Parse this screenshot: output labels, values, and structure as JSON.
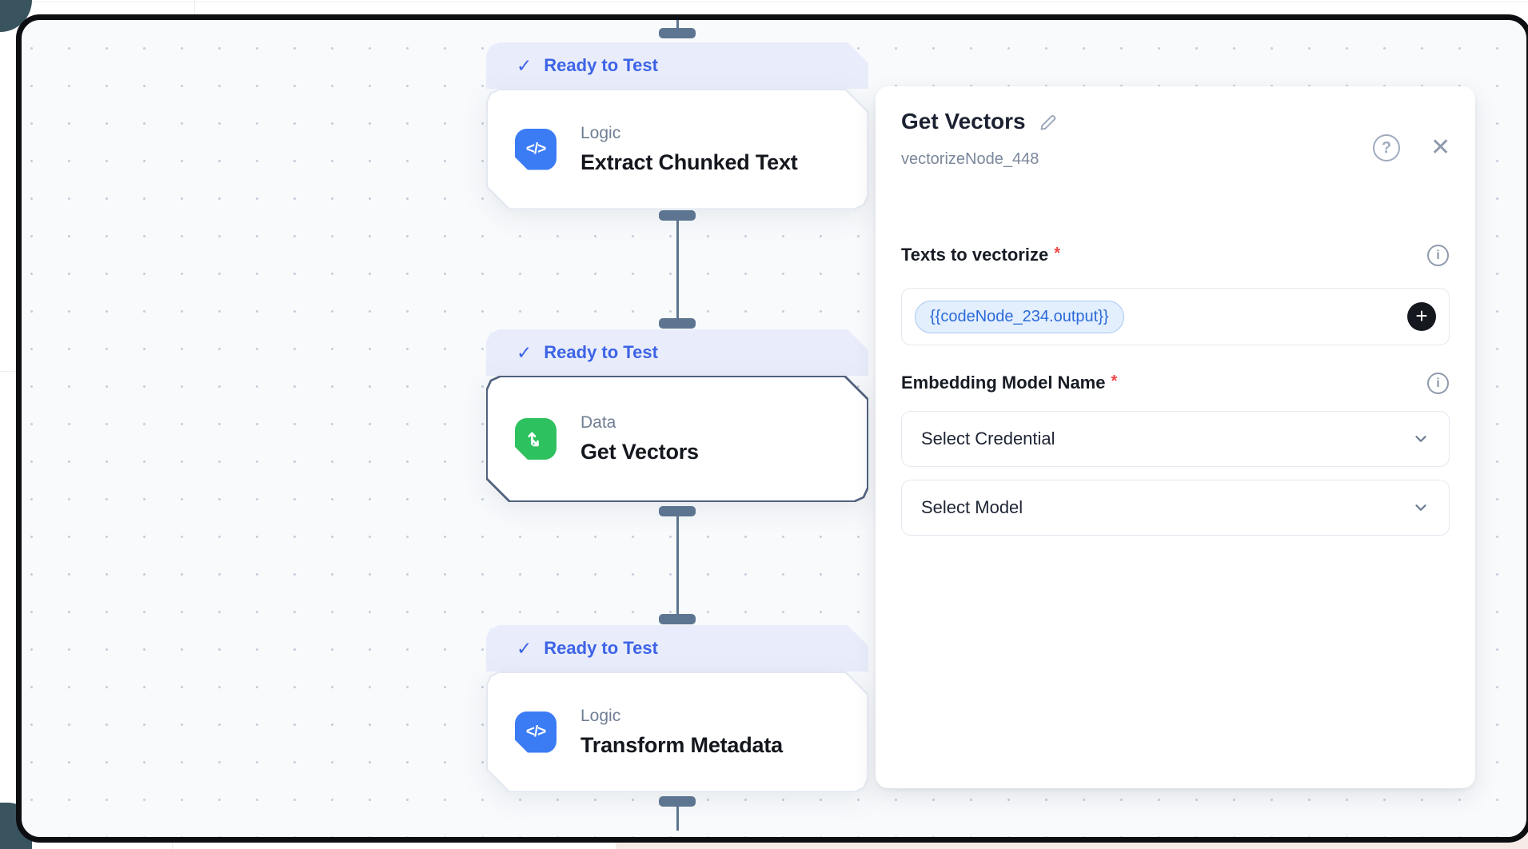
{
  "colors": {
    "badge_text": "#3d63e6",
    "badge_bg": "#e9edfb",
    "node_blue": "#3b7cf5",
    "node_green": "#2ec15f",
    "connector": "#5d7590",
    "chip_text": "#2b6ad9",
    "required_marker_color": "#ee4444"
  },
  "canvas": {
    "nodes": [
      {
        "status": "Ready to Test",
        "category": "Logic",
        "title": "Extract Chunked Text"
      },
      {
        "status": "Ready to Test",
        "category": "Data",
        "title": "Get Vectors"
      },
      {
        "status": "Ready to Test",
        "category": "Logic",
        "title": "Transform Metadata"
      }
    ]
  },
  "panel": {
    "title": "Get Vectors",
    "subtitle": "vectorizeNode_448",
    "texts_field": {
      "label": "Texts to vectorize",
      "required": "*",
      "chip": "{{codeNode_234.output}}"
    },
    "embedding_field": {
      "label": "Embedding Model Name",
      "required": "*",
      "credential_value": "Select Credential",
      "model_value": "Select Model"
    }
  },
  "glyphs": {
    "check": "✓",
    "code": "</>",
    "plus": "+",
    "close": "✕",
    "help": "?",
    "info": "i"
  }
}
